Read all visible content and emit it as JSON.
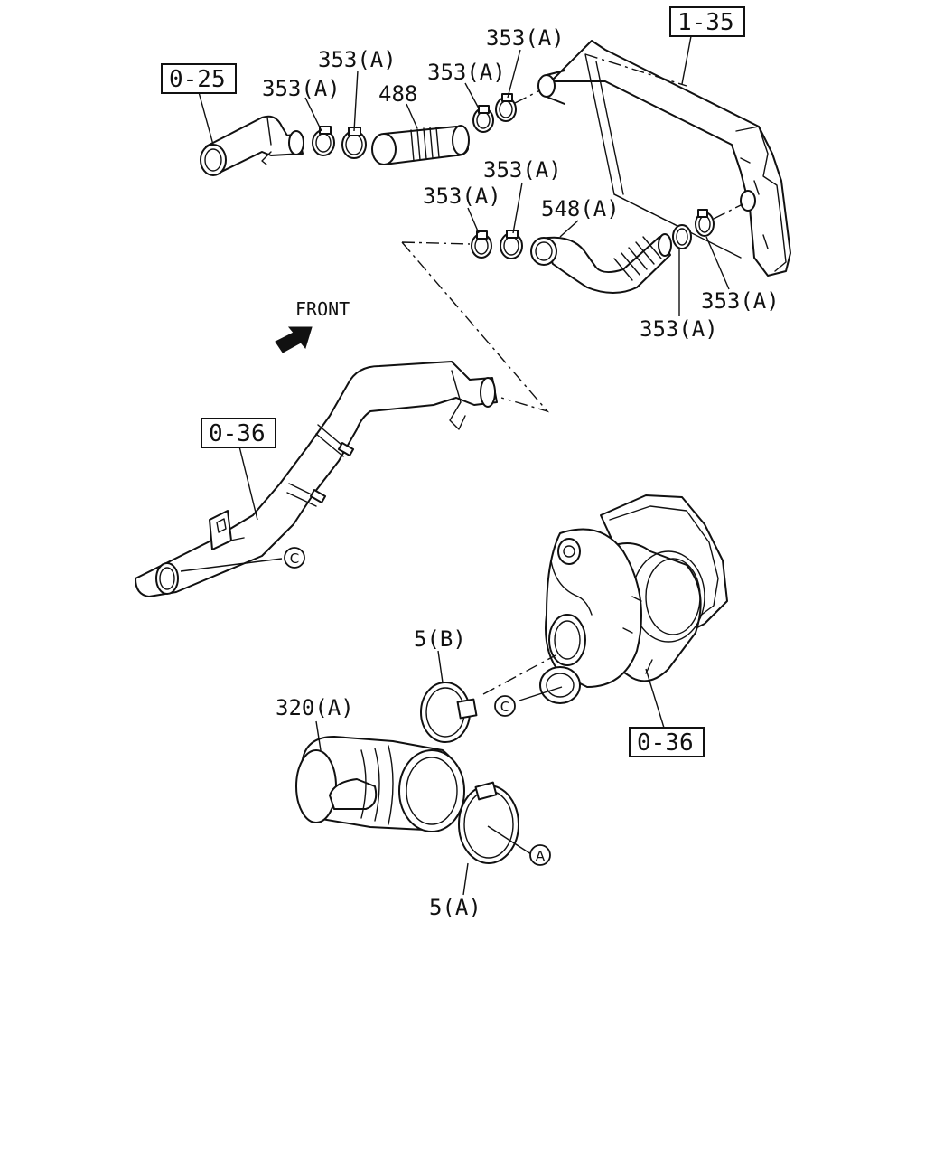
{
  "references": {
    "ref_0_25": "0-25",
    "ref_1_35": "1-35",
    "ref_0_36_upper": "0-36",
    "ref_0_36_lower": "0-36"
  },
  "labels": {
    "clamp_353a_1": "353(A)",
    "clamp_353a_2": "353(A)",
    "clamp_353a_3": "353(A)",
    "clamp_353a_4": "353(A)",
    "clamp_353a_5": "353(A)",
    "clamp_353a_6": "353(A)",
    "clamp_353a_7": "353(A)",
    "clamp_353a_8": "353(A)",
    "hose_488": "488",
    "hose_548a": "548(A)",
    "clamp_5b": "5(B)",
    "clamp_5a": "5(A)",
    "duct_320a": "320(A)"
  },
  "callouts": {
    "c_upper": "C",
    "c_lower": "C",
    "a_lower": "A"
  },
  "direction": {
    "front_label": "FRONT"
  }
}
